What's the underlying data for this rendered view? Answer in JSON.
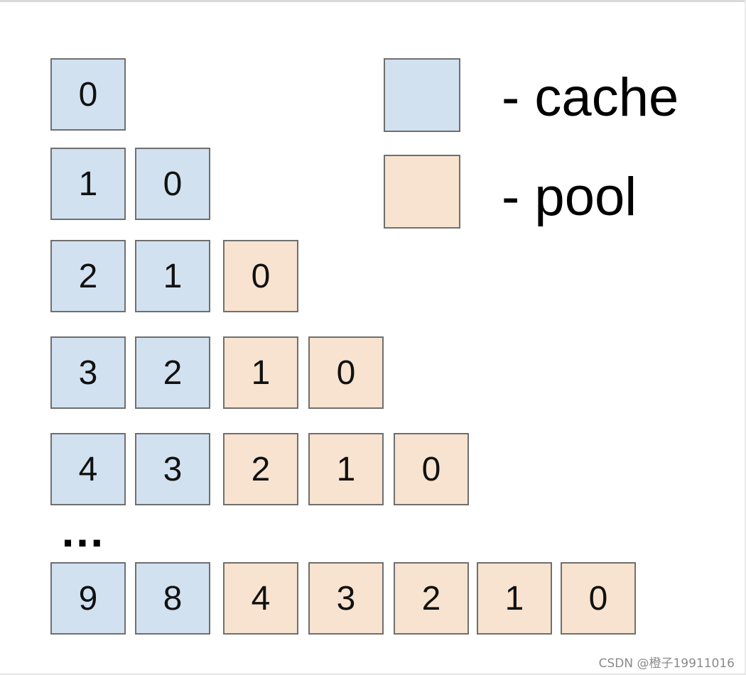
{
  "colors": {
    "cache": "#d2e1f0",
    "pool": "#f7e3cf",
    "border": "#6f6f6f"
  },
  "legend": {
    "cache_label": "- cache",
    "pool_label": "- pool"
  },
  "rows": [
    {
      "cells": [
        {
          "value": "0",
          "type": "cache"
        }
      ]
    },
    {
      "cells": [
        {
          "value": "1",
          "type": "cache"
        },
        {
          "value": "0",
          "type": "cache"
        }
      ]
    },
    {
      "cells": [
        {
          "value": "2",
          "type": "cache"
        },
        {
          "value": "1",
          "type": "cache"
        },
        {
          "value": "0",
          "type": "pool"
        }
      ]
    },
    {
      "cells": [
        {
          "value": "3",
          "type": "cache"
        },
        {
          "value": "2",
          "type": "cache"
        },
        {
          "value": "1",
          "type": "pool"
        },
        {
          "value": "0",
          "type": "pool"
        }
      ]
    },
    {
      "cells": [
        {
          "value": "4",
          "type": "cache"
        },
        {
          "value": "3",
          "type": "cache"
        },
        {
          "value": "2",
          "type": "pool"
        },
        {
          "value": "1",
          "type": "pool"
        },
        {
          "value": "0",
          "type": "pool"
        }
      ]
    },
    {
      "cells": [
        {
          "value": "9",
          "type": "cache"
        },
        {
          "value": "8",
          "type": "cache"
        },
        {
          "value": "4",
          "type": "pool"
        },
        {
          "value": "3",
          "type": "pool"
        },
        {
          "value": "2",
          "type": "pool"
        },
        {
          "value": "1",
          "type": "pool"
        },
        {
          "value": "0",
          "type": "pool"
        }
      ]
    }
  ],
  "ellipsis": "…",
  "watermark": "CSDN @橙子19911016"
}
